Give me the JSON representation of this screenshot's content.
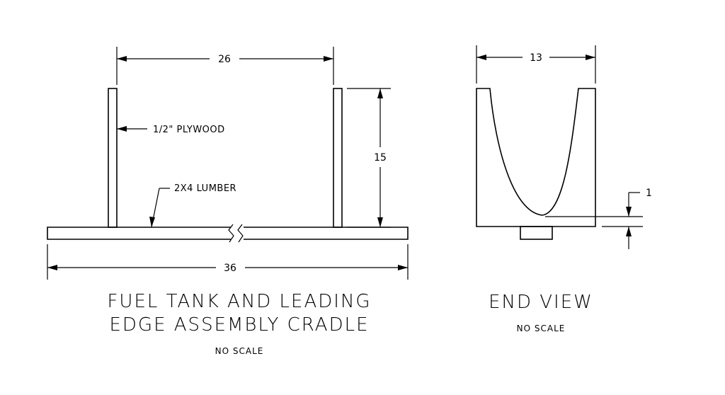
{
  "side_view": {
    "dim_top": "26",
    "dim_height": "15",
    "dim_bottom": "36",
    "plywood_label": "1/2\" PLYWOOD",
    "lumber_label": "2X4 LUMBER",
    "title_line1": "FUEL TANK AND LEADING",
    "title_line2": "EDGE ASSEMBLY CRADLE",
    "scale_note": "NO SCALE"
  },
  "end_view": {
    "dim_top": "13",
    "dim_side": "1",
    "title": "END VIEW",
    "scale_note": "NO SCALE"
  },
  "colors": {
    "ink": "#000000",
    "paper": "#ffffff"
  }
}
